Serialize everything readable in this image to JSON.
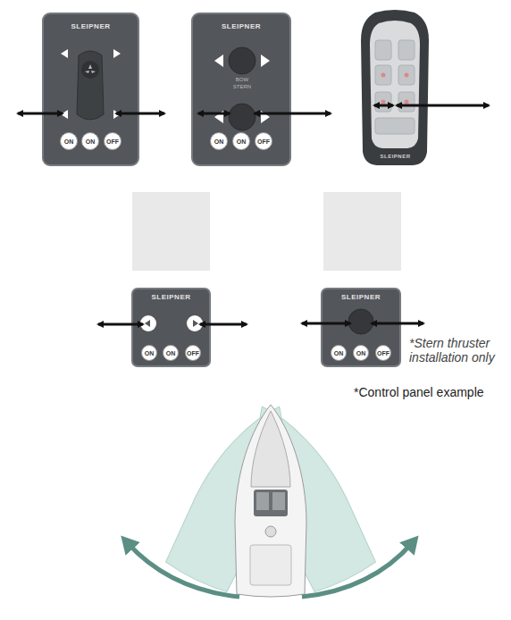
{
  "diagram": {
    "nodes": [
      {
        "text": [
          "SLEIPNER"
        ]
      },
      {
        "text": [
          "ON"
        ],
        "in": 0
      },
      {
        "text": [
          "ON"
        ],
        "in": 0
      },
      {
        "text": [
          "OFF"
        ],
        "in": 0
      },
      {
        "text": [
          "SLEIPNER"
        ]
      },
      {
        "text": [
          "ON"
        ],
        "in": 4
      },
      {
        "text": [
          "ON"
        ],
        "in": 4
      },
      {
        "text": [
          "OFF"
        ],
        "in": 4
      },
      {
        "text": [
          "SLEIPNER"
        ]
      },
      {
        "text": [
          "SLEIPNER"
        ]
      },
      {
        "text": [
          "ON"
        ],
        "in": 9
      },
      {
        "text": [
          "ON"
        ],
        "in": 9
      },
      {
        "text": [
          "OFF"
        ],
        "in": 9
      },
      {
        "text": [
          "SLEIPNER"
        ]
      },
      {
        "text": [
          "ON"
        ],
        "in": 13
      },
      {
        "text": [
          "ON"
        ],
        "in": 13
      },
      {
        "text": [
          "OFF"
        ],
        "in": 13
      }
    ],
    "labels": [
      "BOW",
      "STERN",
      "*Stern thruster installation only",
      "*Control panel example"
    ]
  }
}
